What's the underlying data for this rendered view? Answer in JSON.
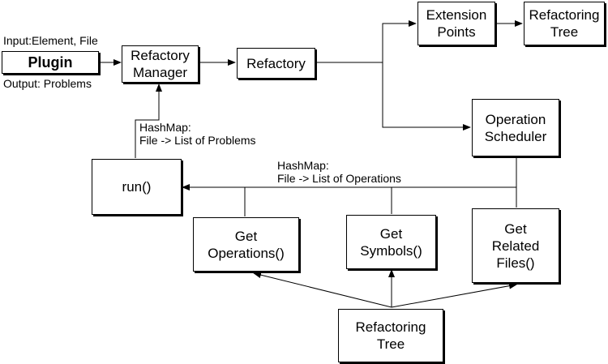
{
  "nodes": {
    "plugin": "Plugin",
    "refactory_manager": "Refactory\nManager",
    "refactory": "Refactory",
    "extension_points": "Extension\nPoints",
    "refactoring_tree_top": "Refactoring\nTree",
    "operation_scheduler": "Operation\nScheduler",
    "run": "run()",
    "get_operations": "Get\nOperations()",
    "get_symbols": "Get\nSymbols()",
    "get_related_files": "Get\nRelated\nFiles()",
    "refactoring_tree_bottom": "Refactoring\nTree"
  },
  "labels": {
    "plugin_input": "Input:Element, File",
    "plugin_output": "Output: Problems",
    "problems_map": "HashMap:\nFile -> List of Problems",
    "operations_map": "HashMap:\nFile -> List of Operations"
  },
  "colors": {
    "line": "#000000",
    "box_fill": "#ffffff",
    "text": "#000000"
  }
}
